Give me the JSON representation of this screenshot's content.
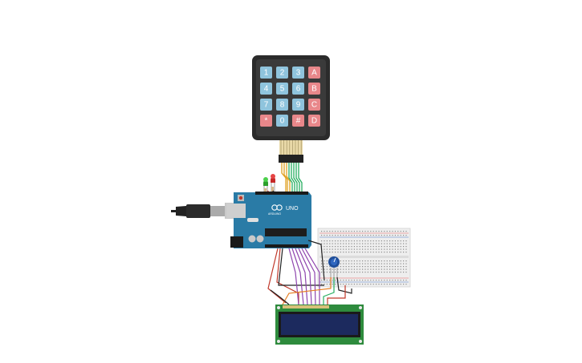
{
  "keypad": {
    "rows": [
      [
        "1",
        "2",
        "3",
        "A"
      ],
      [
        "4",
        "5",
        "6",
        "B"
      ],
      [
        "7",
        "8",
        "9",
        "C"
      ],
      [
        "*",
        "0",
        "#",
        "D"
      ]
    ],
    "colors": {
      "numeric": "#8fc4dd",
      "function": "#e8878a",
      "frame": "#2b2b2b"
    }
  },
  "arduino": {
    "model_label": "UNO",
    "brand_label": "ARDUINO",
    "color": "#2a7ba6"
  },
  "leds": [
    {
      "name": "green-led",
      "color": "#2ca02c"
    },
    {
      "name": "red-led",
      "color": "#c62828"
    }
  ],
  "lcd": {
    "board_color": "#2e8b3d",
    "screen_color": "#1c2a5e"
  },
  "breadboard": {
    "color": "#eeeeee"
  },
  "potentiometer": {
    "color": "#1f4e9a"
  },
  "wire_colors": [
    "#8e44ad",
    "#e0a020",
    "#27ae60",
    "#c0392b",
    "#222222",
    "#e67e22"
  ]
}
